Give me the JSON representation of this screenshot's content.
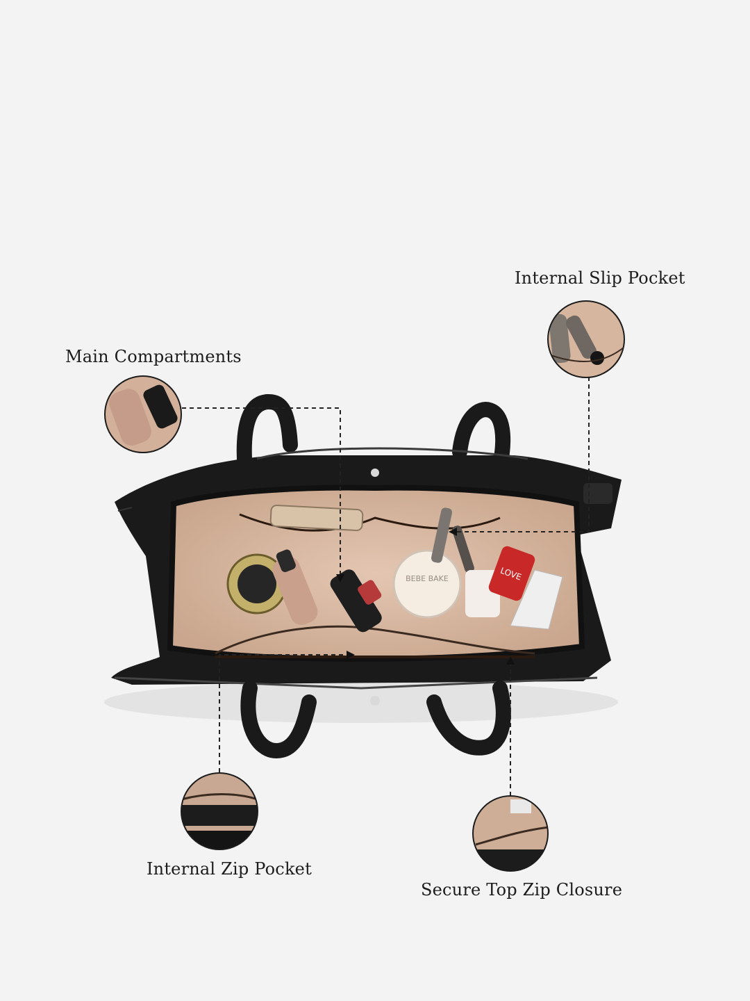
{
  "labels": {
    "internal_slip_pocket": "Internal Slip Pocket",
    "main_compartments": "Main Compartments",
    "internal_zip_pocket": "Internal Zip Pocket",
    "secure_top_zip_closure": "Secure Top Zip Closure"
  },
  "product_text": {
    "compact_label": "BEBE BAKE",
    "lipstick_label": "LOVE"
  },
  "colors": {
    "background": "#f3f3f3",
    "bag_black": "#1a1a1a",
    "lining": "#d8b9a3",
    "text": "#1c1c1c"
  }
}
